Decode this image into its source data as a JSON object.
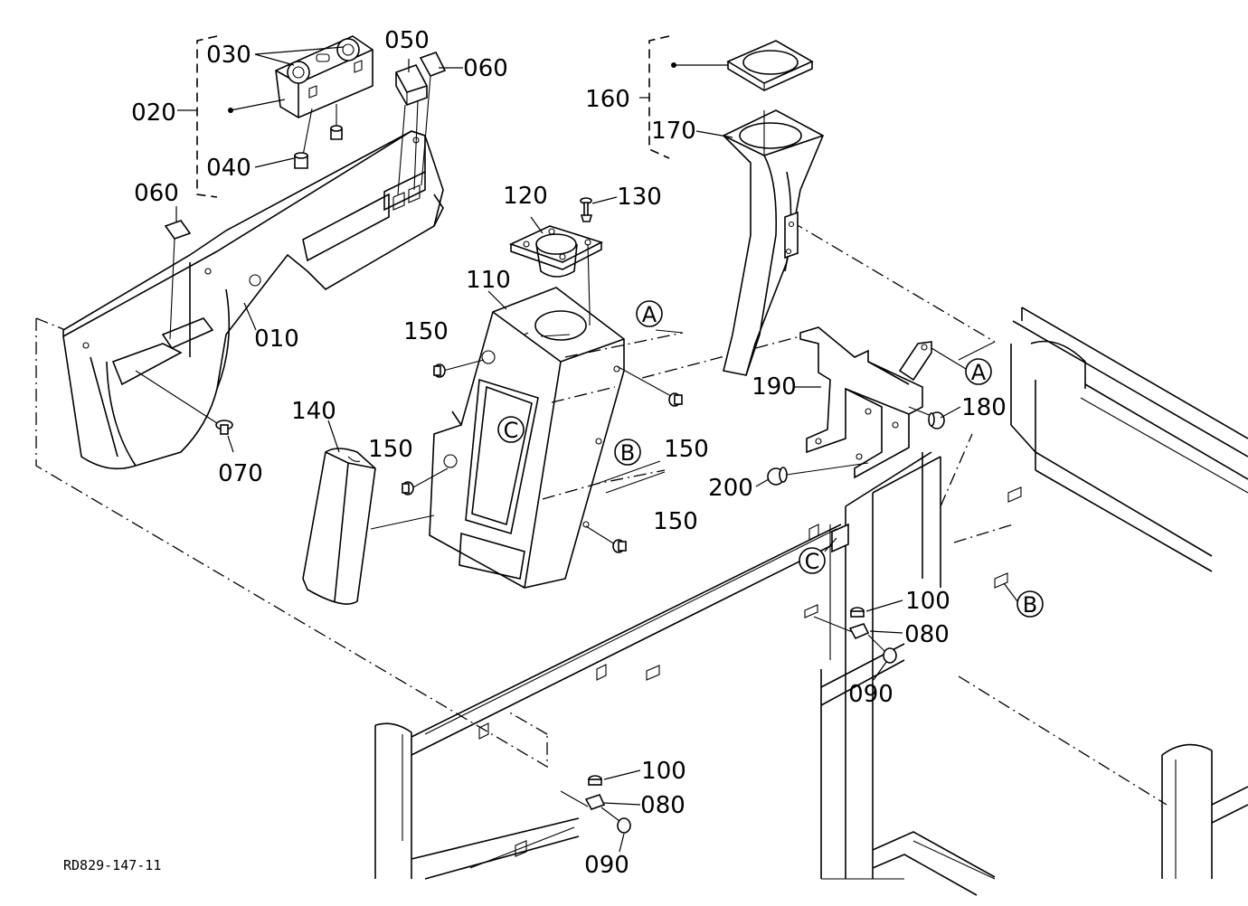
{
  "diagram": {
    "figure_id": "RD829-147-11",
    "parts": [
      {
        "id": "p010",
        "label": "010"
      },
      {
        "id": "p020",
        "label": "020"
      },
      {
        "id": "p030",
        "label": "030"
      },
      {
        "id": "p040",
        "label": "040"
      },
      {
        "id": "p050",
        "label": "050"
      },
      {
        "id": "p060a",
        "label": "060"
      },
      {
        "id": "p060b",
        "label": "060"
      },
      {
        "id": "p070",
        "label": "070"
      },
      {
        "id": "p080a",
        "label": "080"
      },
      {
        "id": "p080b",
        "label": "080"
      },
      {
        "id": "p090a",
        "label": "090"
      },
      {
        "id": "p090b",
        "label": "090"
      },
      {
        "id": "p100a",
        "label": "100"
      },
      {
        "id": "p100b",
        "label": "100"
      },
      {
        "id": "p110",
        "label": "110"
      },
      {
        "id": "p120",
        "label": "120"
      },
      {
        "id": "p130",
        "label": "130"
      },
      {
        "id": "p140",
        "label": "140"
      },
      {
        "id": "p150a",
        "label": "150"
      },
      {
        "id": "p150b",
        "label": "150"
      },
      {
        "id": "p150c",
        "label": "150"
      },
      {
        "id": "p150d",
        "label": "150"
      },
      {
        "id": "p160",
        "label": "160"
      },
      {
        "id": "p170",
        "label": "170"
      },
      {
        "id": "p180",
        "label": "180"
      },
      {
        "id": "p190",
        "label": "190"
      },
      {
        "id": "p200",
        "label": "200"
      }
    ],
    "refs": [
      {
        "id": "refA1",
        "label": "A"
      },
      {
        "id": "refA2",
        "label": "A"
      },
      {
        "id": "refB1",
        "label": "B"
      },
      {
        "id": "refB2",
        "label": "B"
      },
      {
        "id": "refC1",
        "label": "C"
      },
      {
        "id": "refC2",
        "label": "C"
      }
    ]
  }
}
